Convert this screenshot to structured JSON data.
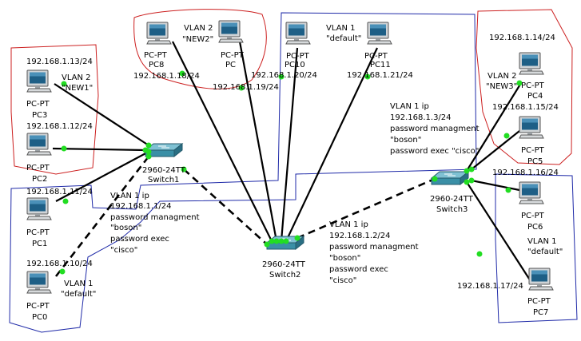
{
  "pcs": [
    {
      "id": "PC0",
      "type": "PC-PT",
      "name": "PC0",
      "ip": "192.168.1.10/24",
      "vlan": "VLAN 1",
      "vlan_name": "\"default\""
    },
    {
      "id": "PC1",
      "type": "PC-PT",
      "name": "PC1",
      "ip": "192.168.1.11/24"
    },
    {
      "id": "PC2",
      "type": "PC-PT",
      "name": "PC2",
      "ip": "192.168.1.12/24"
    },
    {
      "id": "PC3",
      "type": "PC-PT",
      "name": "PC3",
      "ip": "192.168.1.13/24",
      "vlan": "VLAN 2",
      "vlan_name": "\"NEW1\""
    },
    {
      "id": "PC4",
      "type": "PC-PT",
      "name": "PC4",
      "ip": "192.168.1.14/24",
      "vlan": "VLAN 2",
      "vlan_name": "\"NEW3\""
    },
    {
      "id": "PC5",
      "type": "PC-PT",
      "name": "PC5",
      "ip": "192.168.1.15/24"
    },
    {
      "id": "PC6",
      "type": "PC-PT",
      "name": "PC6",
      "ip": "192.168.1.16/24"
    },
    {
      "id": "PC7",
      "type": "PC-PT",
      "name": "PC7",
      "ip": "192.168.1.17/24",
      "vlan": "VLAN 1",
      "vlan_name": "\"default\""
    },
    {
      "id": "PC8",
      "type": "PC-PT",
      "name": "PC8",
      "ip": "192.168.1.18/24",
      "vlan": "VLAN 2",
      "vlan_name": "\"NEW2\""
    },
    {
      "id": "PC9",
      "type": "PC-PT",
      "name": "PC",
      "ip": "192.168.1.19/24"
    },
    {
      "id": "PC10",
      "type": "PC-PT",
      "name": "PC10",
      "ip": "192.168.1.20/24",
      "vlan": "VLAN 1",
      "vlan_name": "\"default\""
    },
    {
      "id": "PC11",
      "type": "PC-PT",
      "name": "PC11",
      "ip": "192.168.1.21/24"
    }
  ],
  "switches": [
    {
      "id": "S1",
      "model": "2960-24TT",
      "name": "Switch1",
      "notes": [
        "VLAN 1 ip",
        "192.168.1.1/24",
        "password managment",
        "\"boson\"",
        "password exec",
        "\"cisco\""
      ]
    },
    {
      "id": "S2",
      "model": "2960-24TT",
      "name": "Switch2",
      "notes": [
        "VLAN 1 ip",
        "192.168.1.2/24",
        "password managment",
        "\"boson\"",
        "password exec",
        "\"cisco\""
      ]
    },
    {
      "id": "S3",
      "model": "2960-24TT",
      "name": "Switch3",
      "notes": [
        "VLAN 1 ip",
        "192.168.1.3/24",
        "password managment",
        "\"boson\"",
        "password exec \"cisco\""
      ]
    }
  ],
  "links": [
    {
      "from": "PC0",
      "to": "S1",
      "style": "dashed"
    },
    {
      "from": "PC1",
      "to": "S1",
      "style": "solid"
    },
    {
      "from": "PC2",
      "to": "S1",
      "style": "solid"
    },
    {
      "from": "PC3",
      "to": "S1",
      "style": "solid"
    },
    {
      "from": "PC8",
      "to": "S2",
      "style": "solid"
    },
    {
      "from": "PC9",
      "to": "S2",
      "style": "solid"
    },
    {
      "from": "PC10",
      "to": "S2",
      "style": "solid"
    },
    {
      "from": "PC11",
      "to": "S2",
      "style": "solid"
    },
    {
      "from": "S1",
      "to": "S2",
      "style": "dashed"
    },
    {
      "from": "S2",
      "to": "S3",
      "style": "dashed"
    },
    {
      "from": "PC4",
      "to": "S3",
      "style": "solid"
    },
    {
      "from": "PC5",
      "to": "S3",
      "style": "solid"
    },
    {
      "from": "PC6",
      "to": "S3",
      "style": "solid"
    },
    {
      "from": "PC7",
      "to": "S3",
      "style": "solid"
    }
  ],
  "colors": {
    "link": "#000000",
    "port": "#22dd22",
    "vlan2_outline": "#cc1f1f",
    "vlan1_outline": "#1f2aa8",
    "switch": "#3a8fa6"
  }
}
